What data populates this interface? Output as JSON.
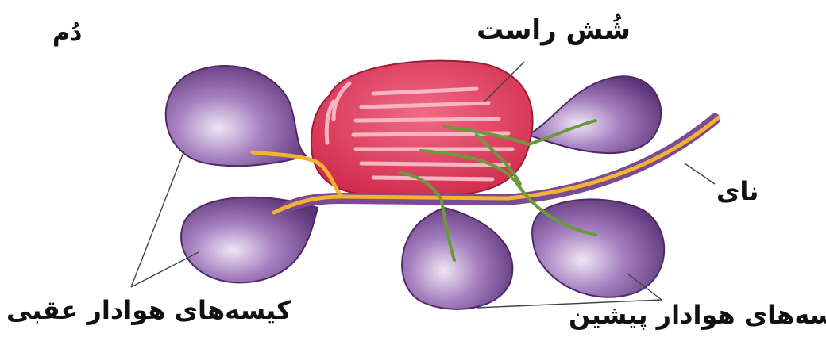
{
  "labels": {
    "tail": "دُم",
    "right_lung": "شُش راست",
    "trachea": "نای",
    "posterior_air_sacs": "کیسه‌های هوادار عقبی",
    "anterior_air_sacs": "کیسه‌های هوادار پیشین"
  },
  "colors": {
    "air_sac": "#7b4f96",
    "air_sac_light": "#e4d8ee",
    "lung": "#e23a5c",
    "lung_stripe": "#f7b6c4",
    "trachea": "#f2b233",
    "bronchi": "#6a9a3c",
    "leader_line": "#444444"
  }
}
